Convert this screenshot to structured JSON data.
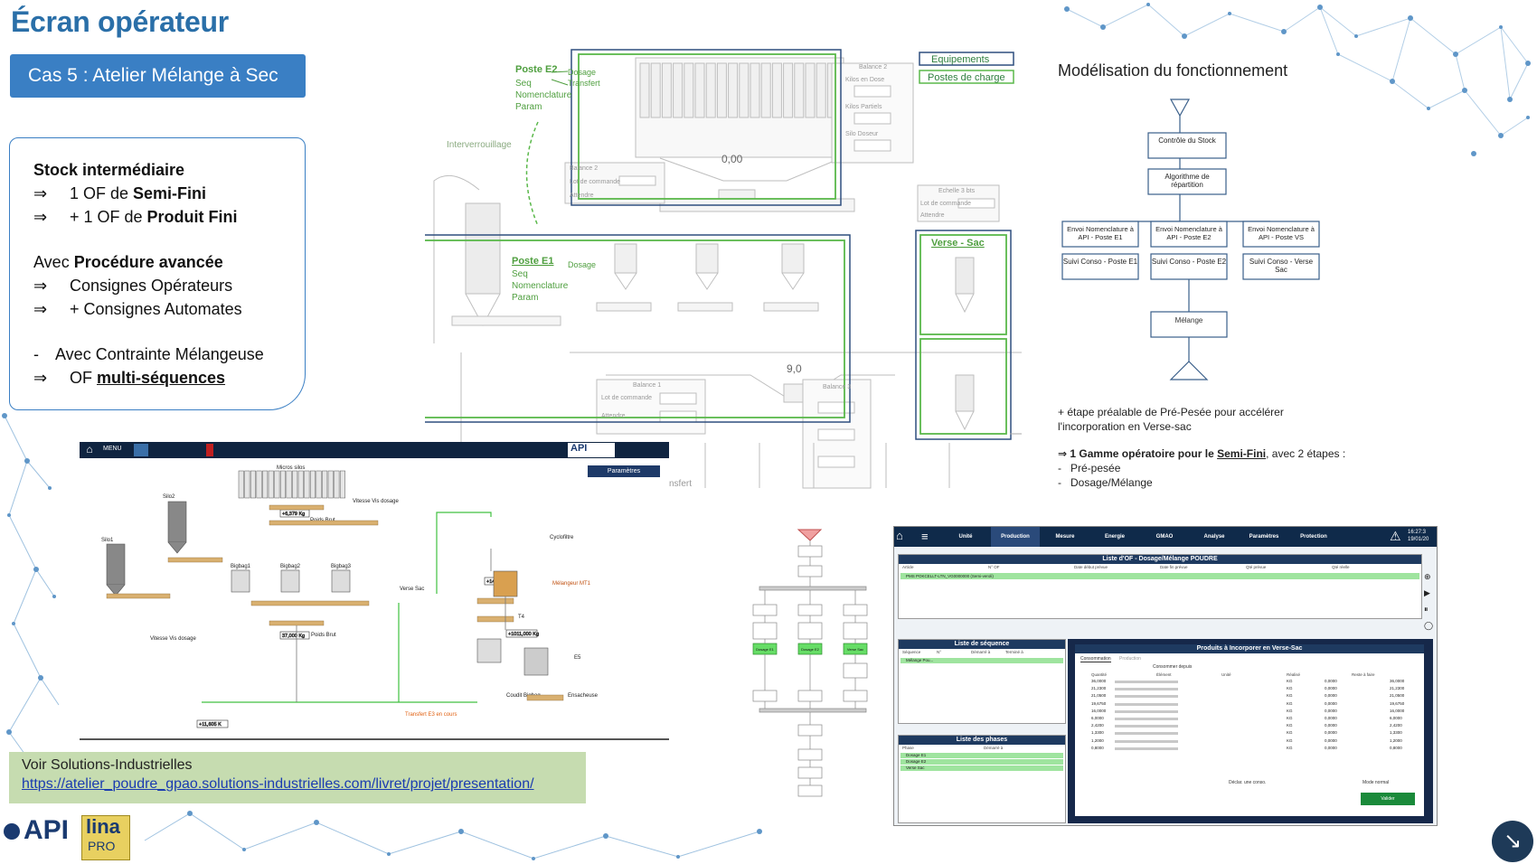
{
  "title": "Écran opérateur",
  "banner": "Cas 5 : Atelier Mélange à Sec",
  "stock": {
    "heading": "Stock intermédiaire",
    "l1_pre": "1 OF de ",
    "l1_bold": "Semi-Fini",
    "l2_pre": "+ 1 OF de ",
    "l2_bold": "Produit Fini",
    "l3_pre": "Avec ",
    "l3_bold": "Procédure avancée",
    "l4": "Consignes Opérateurs",
    "l5": "+ Consignes Automates",
    "l6": "Avec Contrainte Mélangeuse",
    "l7_pre": "OF ",
    "l7_bold": "multi-séquences",
    "arrow": "⇒",
    "dash": "-"
  },
  "solutions": {
    "label": "Voir Solutions-Industrielles",
    "url": "https://atelier_poudre_gpao.solutions-industrielles.com/livret/projet/presentation/"
  },
  "synoptic": {
    "legend_equip": "Equipements",
    "legend_postes": "Postes de charge",
    "poste_e2": "Poste E2",
    "poste_e1": "Poste E1",
    "verse_sac": "Verse - Sac",
    "seq": "Seq",
    "nomenclature": "Nomenclature",
    "param": "Param",
    "dosage": "Dosage",
    "transfert": "Transfert",
    "interverrouillage": "Interverrouillage",
    "balance2": "Balance 2",
    "balance1": "Balance 1",
    "balance3": "Balance 3",
    "echelle": "Echelle 3 bts",
    "val_e2": "0,00",
    "val_e1": "9,0",
    "lot": "Lot de commande",
    "attendre": "Attendre",
    "kilos_dose": "Kilos en Dose",
    "kilos_partiels": "Kilos Partiels",
    "silo_doseur": "Silo Doseur",
    "fragment": "nsfert"
  },
  "model": {
    "title": "Modélisation du fonctionnement",
    "controle": "Contrôle du Stock",
    "algo": "Algorithme de répartition",
    "envoi_e1": "Envoi Nomenclature à API - Poste E1",
    "envoi_e2": "Envoi Nomenclature à API - Poste E2",
    "envoi_vs": "Envoi Nomenclature à API - Poste VS",
    "suivi_e1": "Suivi Conso - Poste E1",
    "suivi_e2": "Suivi Conso - Poste E2",
    "suivi_vs": "Suivi Conso - Verse Sac",
    "melange": "Mélange",
    "note1": "+ étape préalable de Pré-Pesée pour accélérer",
    "note2": "l'incorporation en Verse-sac",
    "gamme_pre": "⇒ 1 Gamme opératoire pour le ",
    "gamme_link": "Semi-Fini",
    "gamme_post": ", avec 2 étapes :",
    "step1": "Pré-pesée",
    "step2": "Dosage/Mélange"
  },
  "scada": {
    "menu": "MENU",
    "api": "API",
    "params": "Paramètres",
    "micro_silos": "Micros silos",
    "silo1": "Silo1",
    "silo2": "Silo2",
    "bigbag1": "Bigbag1",
    "bigbag2": "Bigbag2",
    "bigbag3": "Bigbag3",
    "poids_brut": "Poids Brut",
    "cyclofiltre": "Cyclofiltre",
    "melangeur": "Mélangeur MT1",
    "verse_sac": "Verse Sac",
    "coudit": "Coudit Bigbag",
    "ensacheuse": "Ensacheuse",
    "transfert": "Transfert E3 en cours",
    "vitesse1": "Vitesse Vis dosage",
    "vitesse2": "Vitesse Vis dosage",
    "kg1": "+6,379 Kg",
    "kg2": "37,000 Kg",
    "kg3": "+1011,000 Kg",
    "kg4": "+14,720 K",
    "kg5": "+11,605 K",
    "t4": "T4",
    "e5": "E5"
  },
  "mes": {
    "tabs": [
      "Unité",
      "Production",
      "Mesure",
      "Energie",
      "GMAO",
      "Analyse",
      "Paramètres",
      "Protection"
    ],
    "time": "16:27:3",
    "date": "19/01/20",
    "of_title": "Liste d'OF - Dosage/Mélange POUDRE",
    "cols": [
      "Article",
      "N° OF",
      "Date début prévue",
      "Date fin prévue",
      "Qté prévue",
      "Qté réelle"
    ],
    "row": "PMS POKCELLT-LTN_VG0000000 (Semi-veroli)",
    "seq_title": "Liste de séquence",
    "seq_cols": [
      "Séquence",
      "N°",
      "Démarré à",
      "Terminé à"
    ],
    "seq_row": "Mélange Pou...",
    "phases_title": "Liste des phases",
    "phase_cols": [
      "Phase",
      "Démarré à"
    ],
    "phases": [
      "Dosage E1",
      "Dosage E2",
      "Verse Sac"
    ],
    "prod_title": "Produits à Incorporer en Verse-Sac",
    "prod_tabs": [
      "Consommation",
      "Production"
    ],
    "consommer": "Consommer depuis",
    "prod_cols": [
      "Quantité",
      "Élément",
      "Unité",
      "Réalisé",
      "Reste à faire"
    ],
    "qty": [
      "36,0000",
      "21,2300",
      "21,0500",
      "19,6750",
      "16,0000",
      "6,0000",
      "2,4200",
      "1,3300",
      "1,2000",
      "0,8000"
    ],
    "units": "KG",
    "zero": "0,0000",
    "declar": "Déclar. une conso.",
    "mode": "Mode normal",
    "valider": "Valider"
  },
  "flow": {
    "dosage_e1": "Dosage E1",
    "dosage_e2": "Dosage E2",
    "verse_sac": "Verse Sac"
  },
  "logo": {
    "api": "API",
    "lina": "lina",
    "pro": "PRO"
  },
  "colors": {
    "title_blue": "#2a6fa8",
    "banner": "#3a7fc4",
    "green": "#5ab84a",
    "navy": "#0f2440"
  }
}
